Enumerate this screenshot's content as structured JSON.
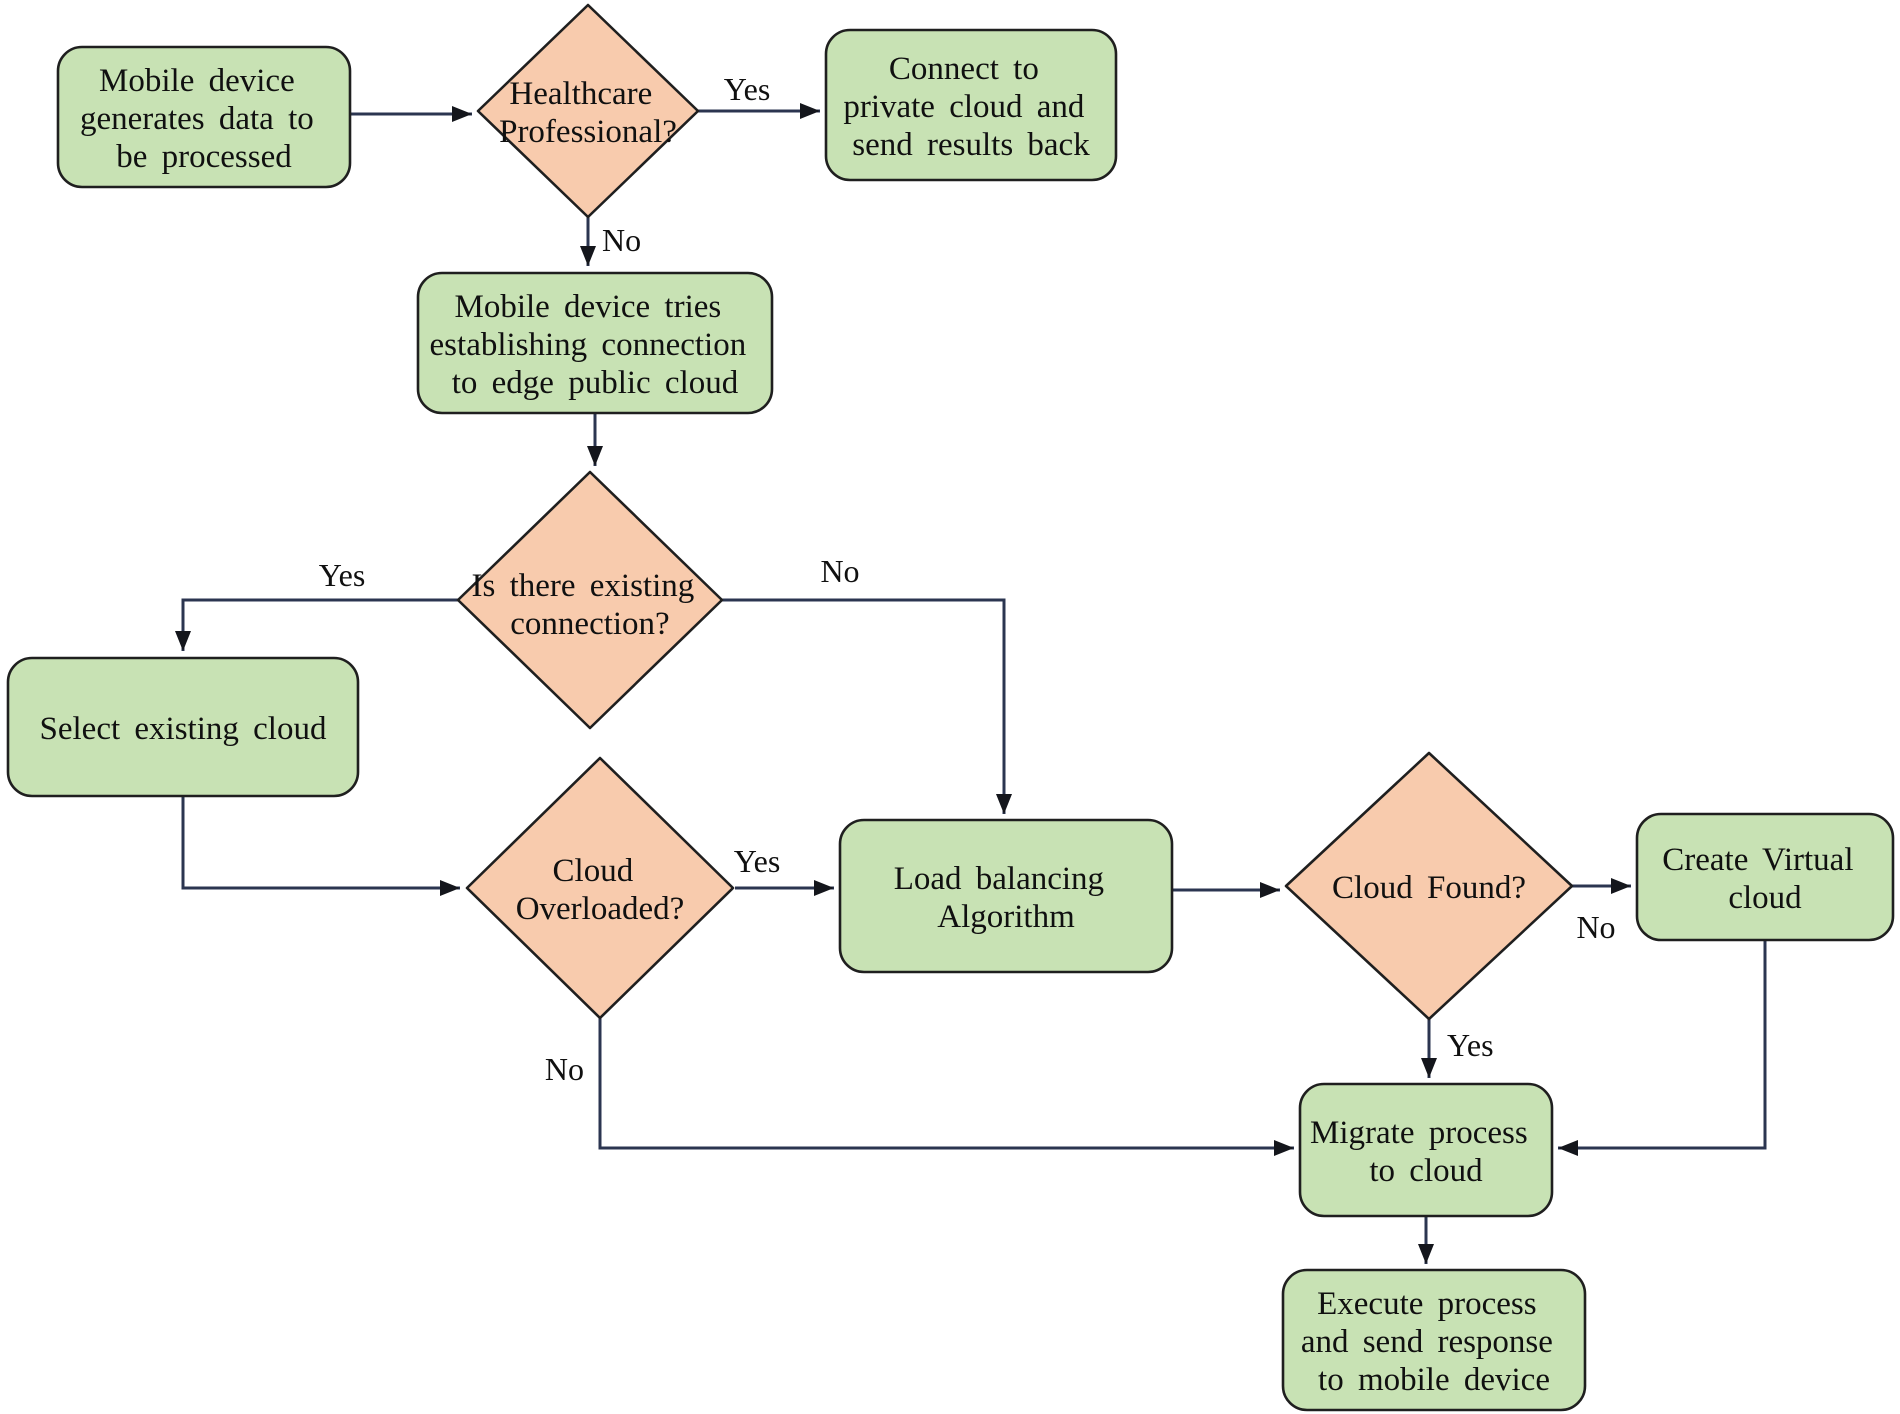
{
  "colors": {
    "process_fill": "#c8e2b4",
    "decision_fill": "#f8cbad",
    "border": "#1f1f1f",
    "connector": "#2b3550",
    "arrowhead": "#14161c",
    "text": "#101010"
  },
  "nodes": {
    "generate_data": {
      "type": "process",
      "lines": [
        "Mobile device",
        "generates data to",
        "be processed"
      ]
    },
    "healthcare_professional": {
      "type": "decision",
      "lines": [
        "Healthcare",
        "Professional?"
      ]
    },
    "connect_private_cloud": {
      "type": "process",
      "lines": [
        "Connect to",
        "private cloud and",
        "send results back"
      ]
    },
    "try_edge_connection": {
      "type": "process",
      "lines": [
        "Mobile device tries",
        "establishing connection",
        "to edge public cloud"
      ]
    },
    "existing_connection": {
      "type": "decision",
      "lines": [
        "Is there existing",
        "connection?"
      ]
    },
    "select_existing_cloud": {
      "type": "process",
      "lines": [
        "Select existing cloud"
      ]
    },
    "cloud_overloaded": {
      "type": "decision",
      "lines": [
        "Cloud",
        "Overloaded?"
      ]
    },
    "load_balancing": {
      "type": "process",
      "lines": [
        "Load balancing",
        "Algorithm"
      ]
    },
    "cloud_found": {
      "type": "decision",
      "lines": [
        "Cloud Found?"
      ]
    },
    "create_virtual_cloud": {
      "type": "process",
      "lines": [
        "Create Virtual",
        "cloud"
      ]
    },
    "migrate_process": {
      "type": "process",
      "lines": [
        "Migrate process",
        "to cloud"
      ]
    },
    "execute_process": {
      "type": "process",
      "lines": [
        "Execute process",
        "and send response",
        "to mobile device"
      ]
    }
  },
  "edges": [
    {
      "id": "e1",
      "from": "generate_data",
      "to": "healthcare_professional",
      "label": ""
    },
    {
      "id": "e2",
      "from": "healthcare_professional",
      "to": "connect_private_cloud",
      "label": "Yes"
    },
    {
      "id": "e3",
      "from": "healthcare_professional",
      "to": "try_edge_connection",
      "label": "No"
    },
    {
      "id": "e4",
      "from": "try_edge_connection",
      "to": "existing_connection",
      "label": ""
    },
    {
      "id": "e5",
      "from": "existing_connection",
      "to": "select_existing_cloud",
      "label": "Yes"
    },
    {
      "id": "e6",
      "from": "existing_connection",
      "to": "load_balancing",
      "label": "No"
    },
    {
      "id": "e7",
      "from": "select_existing_cloud",
      "to": "cloud_overloaded",
      "label": ""
    },
    {
      "id": "e8",
      "from": "cloud_overloaded",
      "to": "load_balancing",
      "label": "Yes"
    },
    {
      "id": "e9",
      "from": "load_balancing",
      "to": "cloud_found",
      "label": ""
    },
    {
      "id": "e10",
      "from": "cloud_found",
      "to": "create_virtual_cloud",
      "label": "No"
    },
    {
      "id": "e11",
      "from": "cloud_found",
      "to": "migrate_process",
      "label": "Yes"
    },
    {
      "id": "e12",
      "from": "cloud_overloaded",
      "to": "migrate_process",
      "label": "No"
    },
    {
      "id": "e13",
      "from": "create_virtual_cloud",
      "to": "migrate_process",
      "label": ""
    },
    {
      "id": "e14",
      "from": "migrate_process",
      "to": "execute_process",
      "label": ""
    }
  ]
}
